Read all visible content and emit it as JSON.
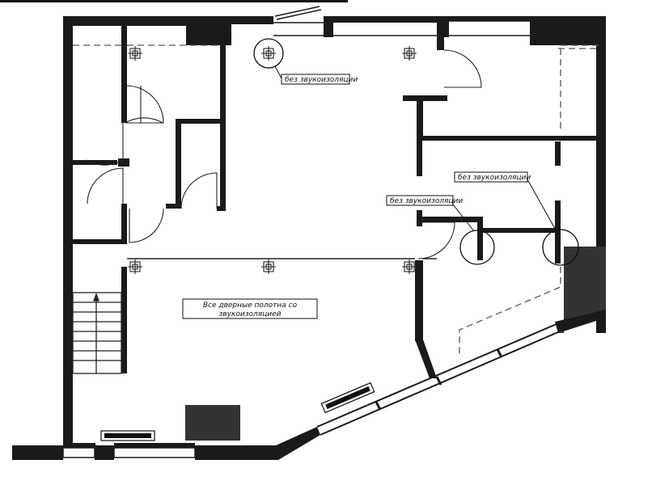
{
  "labels": {
    "no_soundproof_1": "без звукоизоляции",
    "no_soundproof_2": "без звукоизоляции",
    "no_soundproof_3": "без звукоизоляции",
    "all_doors_line1": "Все дверные полотна со",
    "all_doors_line2": "звукоизоляцией"
  },
  "colors": {
    "wall": "#1a1a1a",
    "column": "#333333",
    "line": "#222222",
    "background": "#ffffff"
  }
}
